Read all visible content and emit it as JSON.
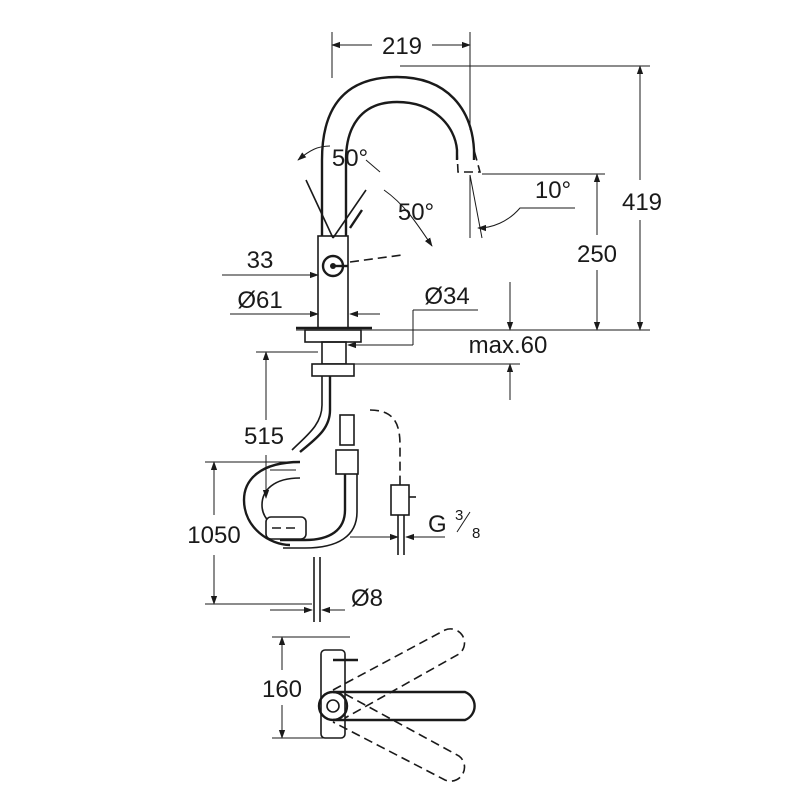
{
  "dimensions": {
    "spout_reach": "219",
    "total_height": "419",
    "spout_height": "250",
    "lever_angle_left": "50°",
    "lever_angle_right": "50°",
    "spray_angle": "10°",
    "handle_offset": "33",
    "base_diameter": "Ø61",
    "hole_diameter": "Ø34",
    "max_deck_thickness": "max.60",
    "hose_pull_out": "515",
    "hose_length": "1050",
    "connection_thread": "G",
    "thread_num": "3",
    "thread_den": "8",
    "pipe_diameter": "Ø8",
    "swivel_depth": "160"
  },
  "colors": {
    "ink": "#1a1a1a",
    "background": "#ffffff"
  }
}
